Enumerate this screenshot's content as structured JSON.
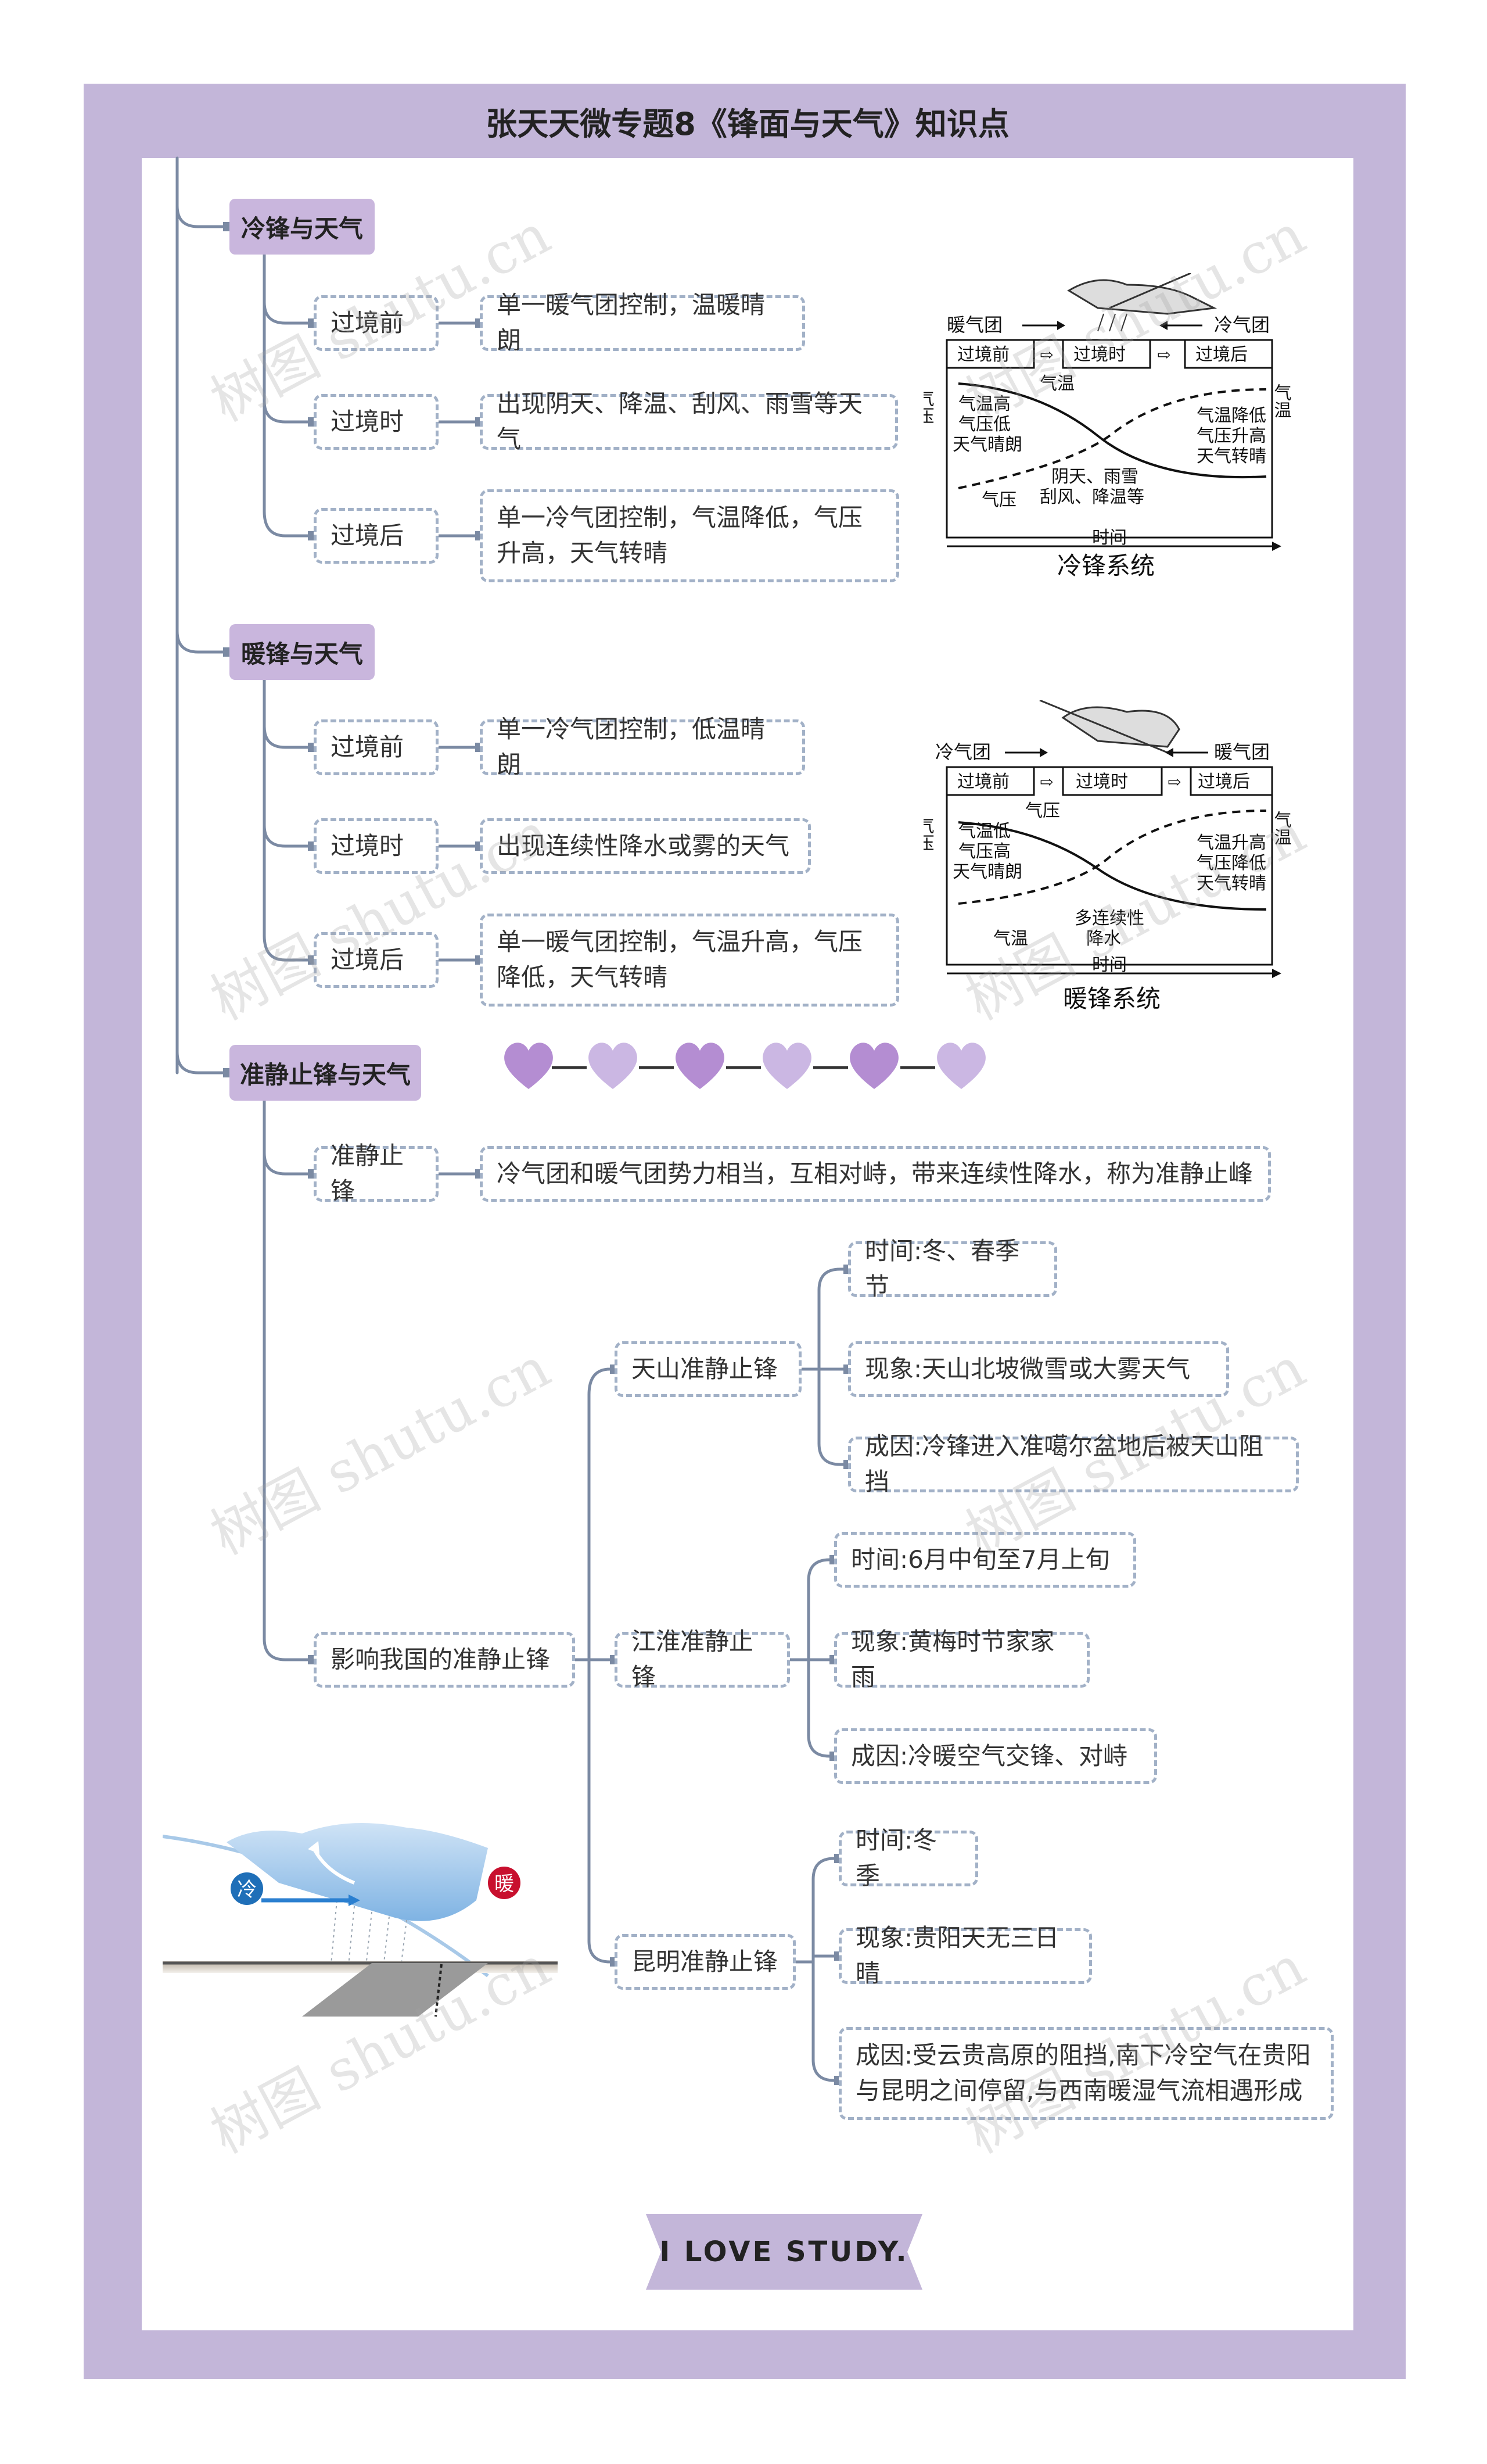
{
  "title": "张天天微专题8《锋面与天气》知识点",
  "sections": {
    "cold": {
      "label": "冷锋与天气",
      "items": [
        {
          "stage": "过境前",
          "desc": "单一暖气团控制，温暖晴朗"
        },
        {
          "stage": "过境时",
          "desc": "出现阴天、降温、刮风、雨雪等天气"
        },
        {
          "stage": "过境后",
          "desc": "单一冷气团控制，气温降低，气压升高，天气转晴"
        }
      ]
    },
    "warm": {
      "label": "暖锋与天气",
      "items": [
        {
          "stage": "过境前",
          "desc": "单一冷气团控制，低温晴朗"
        },
        {
          "stage": "过境时",
          "desc": "出现连续性降水或雾的天气"
        },
        {
          "stage": "过境后",
          "desc": "单一暖气团控制，气温升高，气压降低，天气转晴"
        }
      ]
    },
    "stationary": {
      "label": "准静止锋与天气",
      "definition": {
        "term": "准静止锋",
        "desc": "冷气团和暖气团势力相当，互相对峙，带来连续性降水，称为准静止峰"
      },
      "influence_label": "影响我国的准静止锋",
      "fronts": [
        {
          "name": "天山准静止锋",
          "details": [
            "时间:冬、春季节",
            "现象:天山北坡微雪或大雾天气",
            "成因:冷锋进入准噶尔盆地后被天山阻挡"
          ]
        },
        {
          "name": "江淮准静止锋",
          "details": [
            "时间:6月中旬至7月上旬",
            "现象:黄梅时节家家雨",
            "成因:冷暖空气交锋、对峙"
          ]
        },
        {
          "name": "昆明准静止锋",
          "details": [
            "时间:冬季",
            "现象:贵阳天无三日晴",
            "成因:受云贵高原的阻挡,南下冷空气在贵阳与昆明之间停留,与西南暖湿气流相遇形成"
          ]
        }
      ]
    }
  },
  "cold_diagram": {
    "caption": "冷锋系统",
    "left_mass": "暖气团",
    "right_mass": "冷气团",
    "stages": [
      "过境前",
      "过境时",
      "过境后"
    ],
    "left_axis": "气压",
    "right_axis": "气温",
    "curve_temp": "气温",
    "curve_pressure": "气压",
    "left_text": [
      "气温高",
      "气压低",
      "天气晴朗"
    ],
    "mid_text": [
      "阴天、雨雪",
      "刮风、降温等"
    ],
    "right_text": [
      "气温降低",
      "气压升高",
      "天气转晴"
    ],
    "time_label": "时间"
  },
  "warm_diagram": {
    "caption": "暖锋系统",
    "left_mass": "冷气团",
    "right_mass": "暖气团",
    "stages": [
      "过境前",
      "过境时",
      "过境后"
    ],
    "left_axis": "气压",
    "right_axis": "气温",
    "curve_pressure": "气压",
    "curve_temp": "气温",
    "left_text": [
      "气温低",
      "气压高",
      "天气晴朗"
    ],
    "mid_text": [
      "多连续性",
      "降水"
    ],
    "right_text": [
      "气温升高",
      "气压降低",
      "天气转晴"
    ],
    "time_label": "时间"
  },
  "front_illustration": {
    "cold_label": "冷",
    "warm_label": "暖",
    "cold_color": "#1f6fb8",
    "warm_color": "#c8102e"
  },
  "footer": {
    "tag": "I LOVE STUDY."
  },
  "watermark": "树图 shutu.cn",
  "colors": {
    "frame": "#c3b6d9",
    "section": "#c9b6dd",
    "dashed_border": "#a2b1c7",
    "connector": "#7b8aa3",
    "heart_dark": "#b48dd2",
    "heart_light": "#cbb7e3"
  }
}
